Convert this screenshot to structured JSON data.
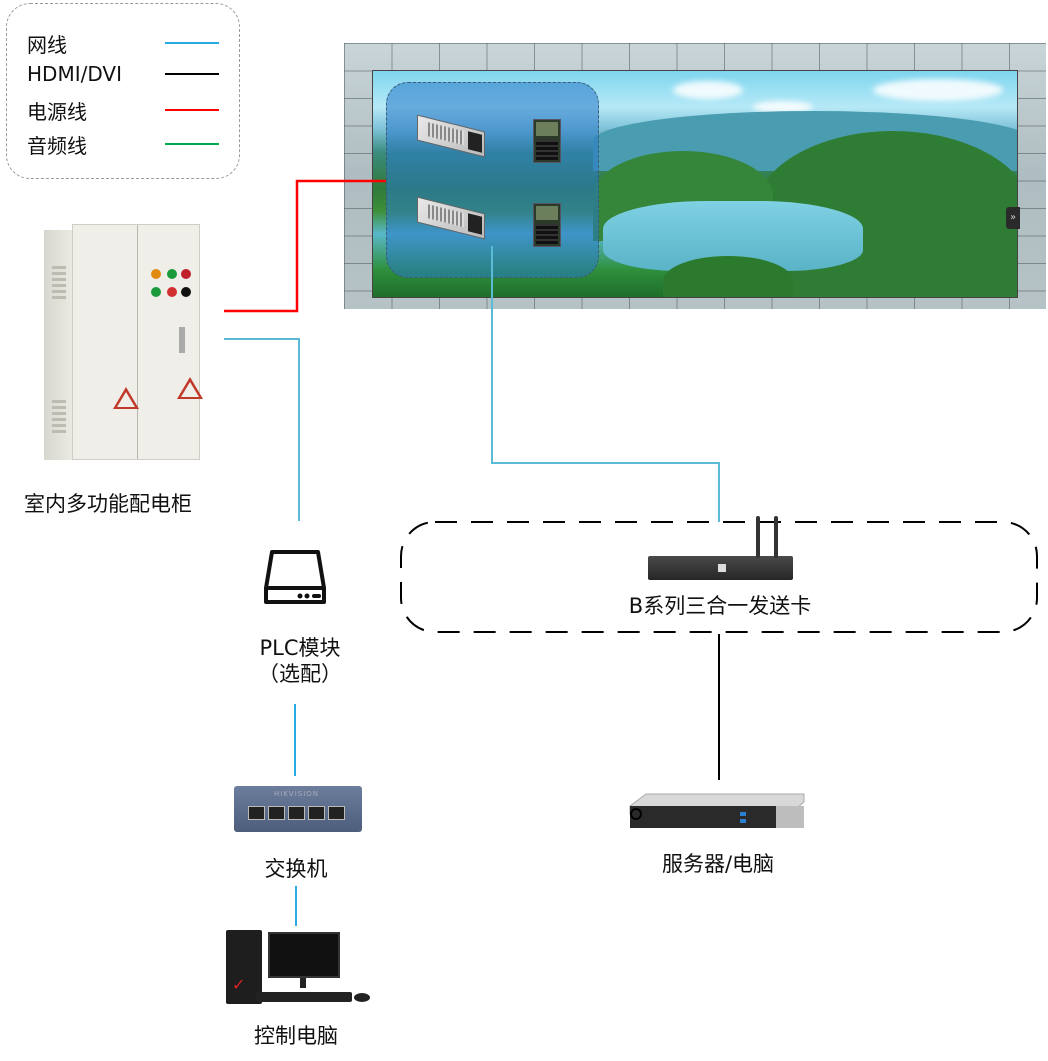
{
  "legend": {
    "items": [
      {
        "label": "网线",
        "color": "#29abe2"
      },
      {
        "label": "HDMI/DVI",
        "color": "#000000"
      },
      {
        "label": "电源线",
        "color": "#ff0000"
      },
      {
        "label": "音频线",
        "color": "#00a651"
      }
    ]
  },
  "nodes": {
    "cabinet": {
      "label": "室内多功能配电柜"
    },
    "led_wall": {
      "label": ""
    },
    "sender": {
      "label": "B系列三合一发送卡"
    },
    "plc": {
      "label_line1": "PLC模块",
      "label_line2": "（选配）"
    },
    "switch": {
      "label": "交换机",
      "brand": "HIKVISION"
    },
    "server": {
      "label": "服务器/电脑"
    },
    "control_pc": {
      "label": "控制电脑"
    }
  },
  "screen_tab": {
    "glyph": "»"
  },
  "colors": {
    "network": "#5bbad5",
    "power": "#ff0000",
    "hdmi": "#000000"
  }
}
